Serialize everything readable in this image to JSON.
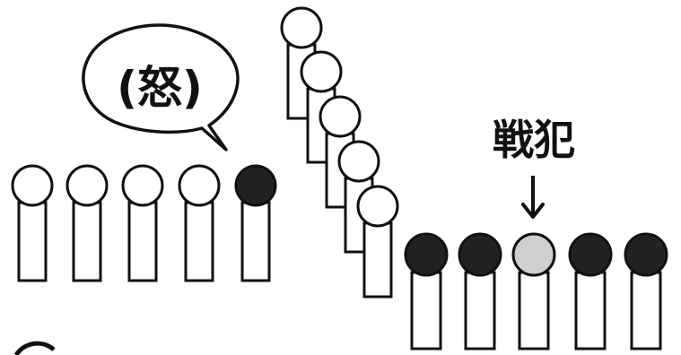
{
  "speech_bubble": {
    "text": "(怒)"
  },
  "criminal_label": {
    "text": "戦犯"
  },
  "colors": {
    "outline": "#111111",
    "head_white": "#ffffff",
    "head_black": "#222222",
    "head_gray": "#cfcfcf",
    "background": "#ffffff"
  },
  "groups": {
    "left_row": {
      "figures": [
        {
          "head": "white"
        },
        {
          "head": "white"
        },
        {
          "head": "white"
        },
        {
          "head": "white"
        },
        {
          "head": "black"
        }
      ]
    },
    "falling_stack": {
      "figures": [
        {
          "head": "white"
        },
        {
          "head": "white"
        },
        {
          "head": "white"
        },
        {
          "head": "white"
        },
        {
          "head": "white"
        }
      ]
    },
    "right_row": {
      "figures": [
        {
          "head": "black"
        },
        {
          "head": "black"
        },
        {
          "head": "gray",
          "marked": true
        },
        {
          "head": "black"
        },
        {
          "head": "black"
        }
      ]
    }
  }
}
